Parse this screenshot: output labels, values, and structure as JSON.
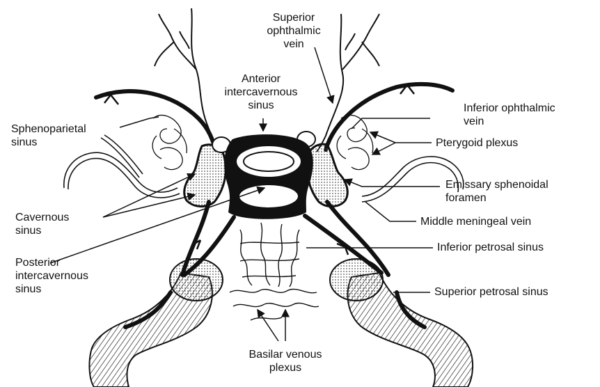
{
  "labels": {
    "superior_ophthalmic_vein": [
      "Superior",
      "ophthalmic",
      "vein"
    ],
    "anterior_intercavernous_sinus": [
      "Anterior",
      "intercavernous",
      "sinus"
    ],
    "inferior_ophthalmic_vein": [
      "Inferior ophthalmic",
      "vein"
    ],
    "sphenoparietal_sinus": [
      "Sphenoparietal",
      "sinus"
    ],
    "pterygoid_plexus": [
      "Pterygoid plexus"
    ],
    "emissary_sphenoidal_foramen": [
      "Emissary sphenoidal",
      "foramen"
    ],
    "cavernous_sinus": [
      "Cavernous",
      "sinus"
    ],
    "middle_meningeal_vein": [
      "Middle meningeal vein"
    ],
    "inferior_petrosal_sinus": [
      "Inferior petrosal sinus"
    ],
    "posterior_intercavernous_sinus": [
      "Posterior",
      "intercavernous",
      "sinus"
    ],
    "superior_petrosal_sinus": [
      "Superior petrosal sinus"
    ],
    "basilar_venous_plexus": [
      "Basilar venous",
      "plexus"
    ]
  },
  "colors": {
    "ink": "#111111",
    "paper": "#ffffff",
    "stipple": "#cfcfcf"
  }
}
